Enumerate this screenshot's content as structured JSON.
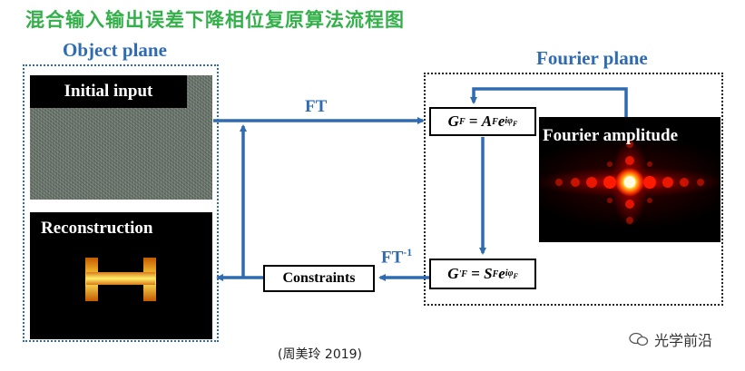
{
  "title": "混合输入输出误差下降相位复原算法流程图",
  "object_plane": {
    "label": "Object plane",
    "initial_input_label": "Initial input",
    "reconstruction_label": "Reconstruction"
  },
  "fourier_plane": {
    "label": "Fourier plane",
    "fourier_amplitude_label": "Fourier amplitude",
    "eq_top": {
      "lhs": "G",
      "lhs_sub": "F",
      "eq": " = ",
      "a": "A",
      "a_sub": "F",
      "e": "e",
      "exp": "iφ",
      "exp_sub": "F"
    },
    "eq_bottom": {
      "lhs": "G",
      "lhs_sup": "'",
      "lhs_sub": "F",
      "eq": " = ",
      "s": "S",
      "s_sub": "F",
      "e": "e",
      "exp": "iφ",
      "exp_sub": "F"
    }
  },
  "flow": {
    "ft_label": "FT",
    "ift_label": "FT",
    "ift_sup": "-1",
    "constraints_label": "Constraints"
  },
  "caption": "(周美玲 2019)",
  "brand": "光学前沿",
  "colors": {
    "title": "#34b04a",
    "label": "#2f6bb1",
    "arrow": "#2f6bb1"
  }
}
